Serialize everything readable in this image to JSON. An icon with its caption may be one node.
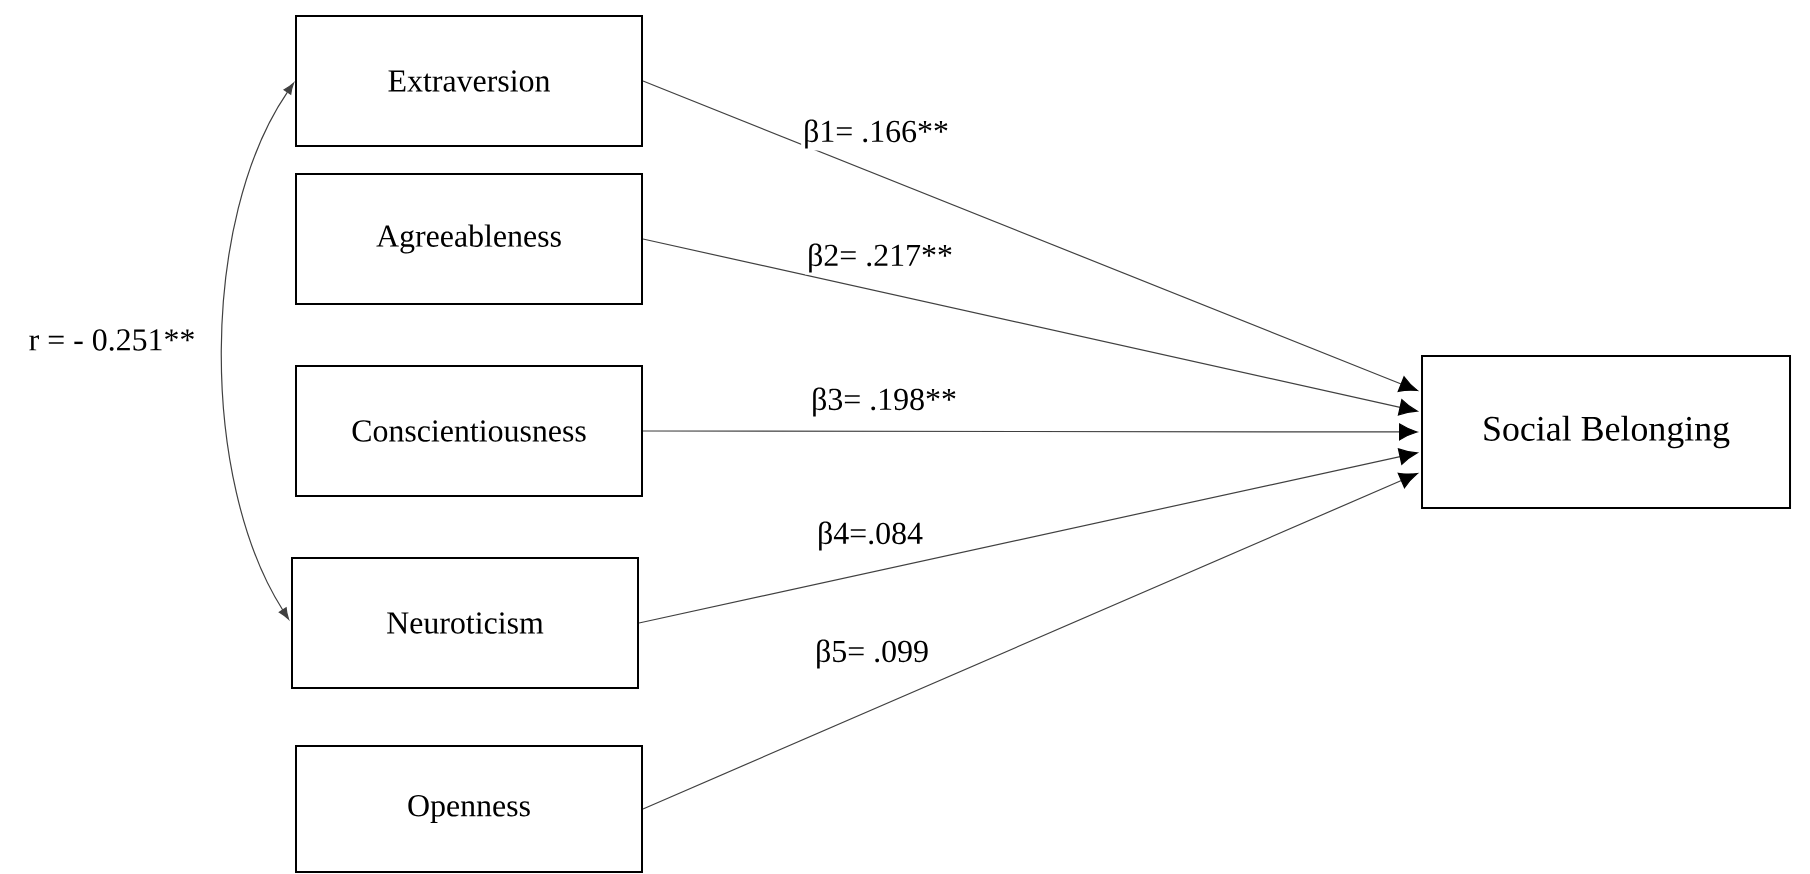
{
  "diagram": {
    "nodes": [
      {
        "text": [
          "Extraversion"
        ]
      },
      {
        "text": [
          "Agreeableness"
        ]
      },
      {
        "text": [
          "Conscientiousness"
        ]
      },
      {
        "text": [
          "Neuroticism"
        ]
      },
      {
        "text": [
          "Openness"
        ]
      },
      {
        "text": [
          "Social Belonging"
        ]
      }
    ],
    "edges": [
      {
        "from": 0,
        "to": 3,
        "arrow": "both",
        "label": "r = - 0.251**"
      },
      {
        "from": 0,
        "to": 5,
        "arrow": "to",
        "label": "β1= .166**"
      },
      {
        "from": 1,
        "to": 5,
        "arrow": "to",
        "label": "β2= .217**"
      },
      {
        "from": 2,
        "to": 5,
        "arrow": "to",
        "label": "β3= .198**"
      },
      {
        "from": 3,
        "to": 5,
        "arrow": "to",
        "label": "β4=.084"
      },
      {
        "from": 4,
        "to": 5,
        "arrow": "to",
        "label": "β5= .099"
      }
    ]
  }
}
